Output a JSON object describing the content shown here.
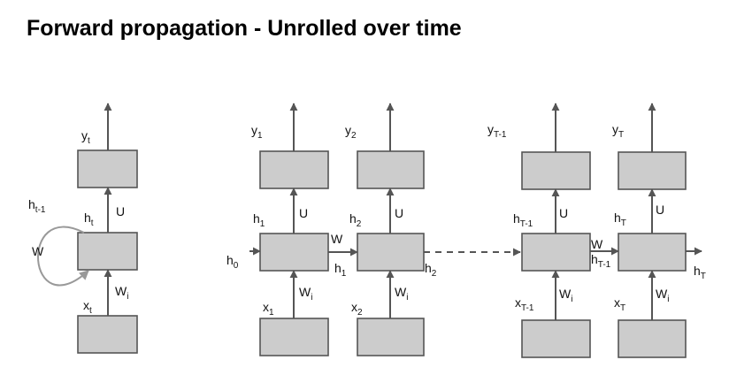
{
  "title": "Forward propagation - Unrolled over time",
  "colors": {
    "box_fill": "#cccccc",
    "stroke": "#555555",
    "loop": "#999999",
    "text": "#000000"
  },
  "folded": {
    "y": "y",
    "y_sub": "t",
    "h": "h",
    "h_sub": "t",
    "h_prev": "h",
    "h_prev_sub": "t-1",
    "x": "x",
    "x_sub": "t",
    "U": "U",
    "W": "W",
    "Wi": "W",
    "Wi_sub": "i"
  },
  "unrolled": {
    "h0": "h",
    "h0_sub": "0",
    "W_label": "W",
    "steps": [
      {
        "y": "y",
        "y_sub": "1",
        "h_top": "h",
        "h_top_sub": "1",
        "h_out": "h",
        "h_out_sub": "1",
        "x": "x",
        "x_sub": "1",
        "U": "U",
        "Wi": "W",
        "Wi_sub": "i"
      },
      {
        "y": "y",
        "y_sub": "2",
        "h_top": "h",
        "h_top_sub": "2",
        "h_out": "h",
        "h_out_sub": "2",
        "x": "x",
        "x_sub": "2",
        "U": "U",
        "Wi": "W",
        "Wi_sub": "i"
      },
      {
        "y": "y",
        "y_sub": "T-1",
        "h_top": "h",
        "h_top_sub": "T-1",
        "h_out": "h",
        "h_out_sub": "T-1",
        "x": "x",
        "x_sub": "T-1",
        "U": "U",
        "Wi": "W",
        "Wi_sub": "i"
      },
      {
        "y": "y",
        "y_sub": "T",
        "h_top": "h",
        "h_top_sub": "T",
        "h_out": "h",
        "h_out_sub": "T",
        "x": "x",
        "x_sub": "T",
        "U": "U",
        "Wi": "W",
        "Wi_sub": "i"
      }
    ]
  }
}
